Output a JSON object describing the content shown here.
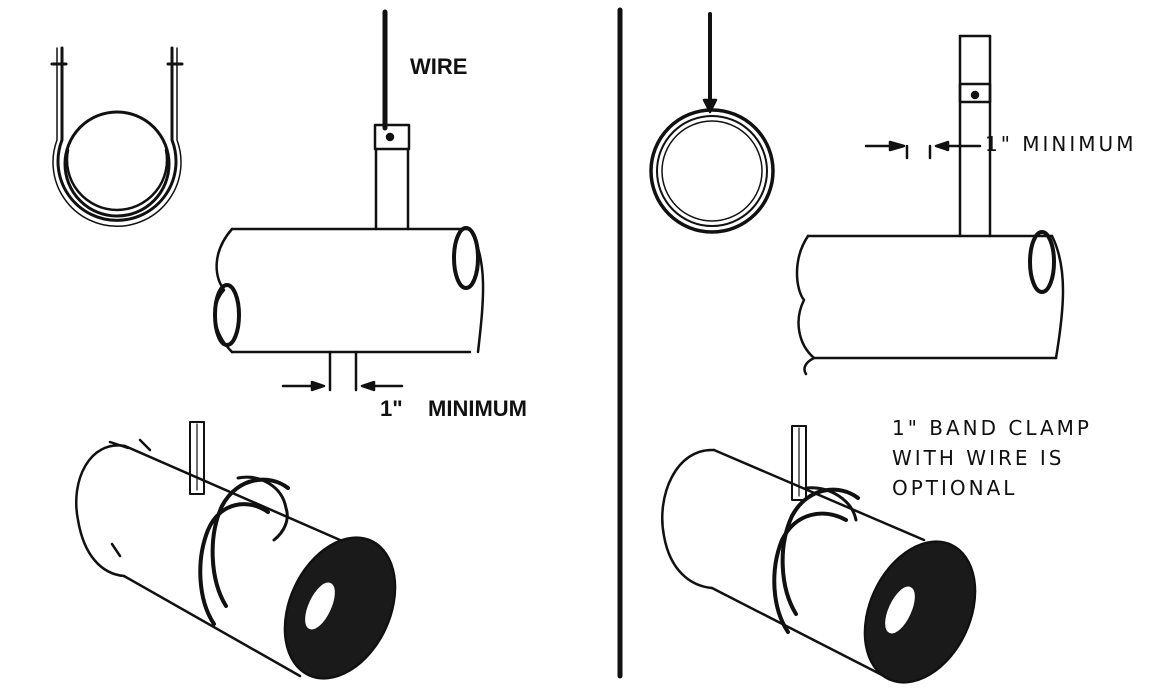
{
  "labels": {
    "wire": "WIRE",
    "left_minimum_inch": "1\"",
    "left_minimum_word": "MINIMUM",
    "right_minimum": "1\" MINIMUM",
    "band_clamp_line1": "1\" BAND CLAMP",
    "band_clamp_line2": "WITH WIRE IS",
    "band_clamp_line3": "OPTIONAL"
  },
  "colors": {
    "ink": "#111111",
    "background": "#ffffff",
    "pipe_end_fill": "#1a1a1a"
  }
}
